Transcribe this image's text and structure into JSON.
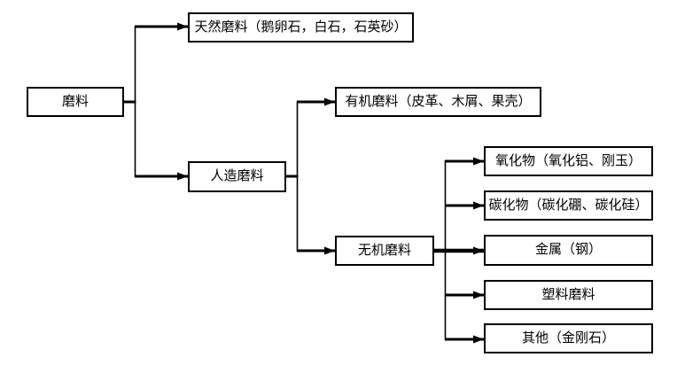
{
  "diagram": {
    "type": "tree-flowchart",
    "background_color": "#ffffff",
    "line_color": "#000000",
    "box_border_color": "#000000",
    "text_color": "#000000",
    "nodes": {
      "root": "磨料",
      "natural": "天然磨料（鹅卵石，白石，石英砂）",
      "artificial": "人造磨料",
      "organic": "有机磨料（皮革、木屑、果壳）",
      "inorganic": "无机磨料",
      "oxide": "氧化物（氧化铝、刚玉）",
      "carbide": "碳化物（碳化硼、碳化硅）",
      "metal": "金属（钢）",
      "plastic": "塑料磨料",
      "other": "其他（金刚石）"
    },
    "hierarchy": [
      {
        "parent": "磨料",
        "children": [
          "天然磨料（鹅卵石，白石，石英砂）",
          "人造磨料"
        ]
      },
      {
        "parent": "人造磨料",
        "children": [
          "有机磨料（皮革、木屑、果壳）",
          "无机磨料"
        ]
      },
      {
        "parent": "无机磨料",
        "children": [
          "氧化物（氧化铝、刚玉）",
          "碳化物（碳化硼、碳化硅）",
          "金属（钢）",
          "塑料磨料",
          "其他（金刚石）"
        ]
      }
    ]
  }
}
